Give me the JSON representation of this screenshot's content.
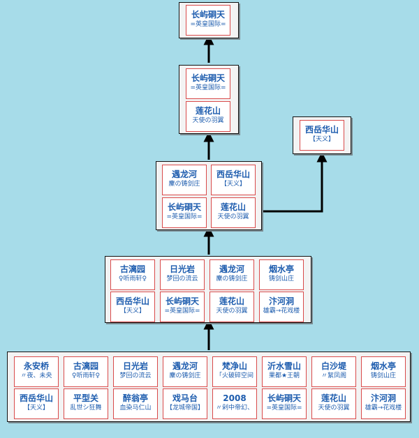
{
  "colors": {
    "background": "#a7dce9",
    "group_fill": "#f3f3f3",
    "card_border": "#d94a4a",
    "text": "#1d5cae",
    "connector": "#000000"
  },
  "diagram": {
    "groups": [
      {
        "id": "tier-1",
        "cards": [
          {
            "name": "长屿硐天",
            "sub": "=英皇国际="
          }
        ]
      },
      {
        "id": "tier-2",
        "cards": [
          {
            "name": "长屿硐天",
            "sub": "=英皇国际="
          },
          {
            "name": "莲花山",
            "sub": "天使の羽翼"
          }
        ]
      },
      {
        "id": "side",
        "cards": [
          {
            "name": "西岳华山",
            "sub": "【天义】"
          }
        ]
      },
      {
        "id": "tier-3",
        "cards": [
          {
            "name": "遇龙河",
            "sub": "麇の铸剑庄"
          },
          {
            "name": "西岳华山",
            "sub": "【天义】"
          },
          {
            "name": "长屿硐天",
            "sub": "=英皇国际="
          },
          {
            "name": "莲花山",
            "sub": "天使の羽翼"
          }
        ]
      },
      {
        "id": "tier-4",
        "cards": [
          {
            "name": "古漓园",
            "sub": "♀听雨轩♀"
          },
          {
            "name": "日光岩",
            "sub": "梦回の流云"
          },
          {
            "name": "遇龙河",
            "sub": "麇の铸剑庄"
          },
          {
            "name": "烟水亭",
            "sub": "铸剑山庄"
          },
          {
            "name": "西岳华山",
            "sub": "【天义】"
          },
          {
            "name": "长屿硐天",
            "sub": "=英皇国际="
          },
          {
            "name": "莲花山",
            "sub": "天使の羽翼"
          },
          {
            "name": "汴河洞",
            "sub": "雄霸→花戏楼"
          }
        ]
      },
      {
        "id": "tier-5",
        "cards": [
          {
            "name": "永安桥",
            "sub": "〃夜、未央"
          },
          {
            "name": "古漓园",
            "sub": "♀听雨轩♀"
          },
          {
            "name": "日光岩",
            "sub": "梦回の流云"
          },
          {
            "name": "遇龙河",
            "sub": "麇の铸剑庄"
          },
          {
            "name": "梵净山",
            "sub": "「火破碎空间"
          },
          {
            "name": "沂水雪山",
            "sub": "果都★王朝"
          },
          {
            "name": "白沙堤",
            "sub": "〃絮凤阁"
          },
          {
            "name": "烟水亭",
            "sub": "铸剑山庄"
          },
          {
            "name": "西岳华山",
            "sub": "【天义】"
          },
          {
            "name": "平型关",
            "sub": "乱世シ狂舞"
          },
          {
            "name": "醉翁亭",
            "sub": "血染马仁山"
          },
          {
            "name": "戏马台",
            "sub": "【龙城帝国】"
          },
          {
            "name": "2008",
            "sub": "〃剁中帝幻、"
          },
          {
            "name": "长屿硐天",
            "sub": "=英皇国际="
          },
          {
            "name": "莲花山",
            "sub": "天使の羽翼"
          },
          {
            "name": "汴河洞",
            "sub": "雄霸→花戏楼"
          }
        ]
      }
    ]
  }
}
